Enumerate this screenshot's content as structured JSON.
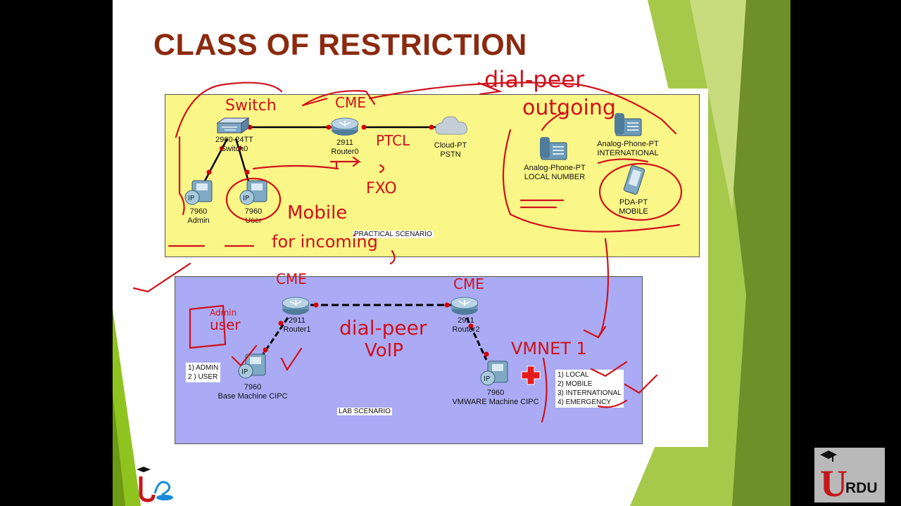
{
  "slide": {
    "title": "CLASS OF RESTRICTION",
    "colors": {
      "title": "#8b2a0e",
      "practical_bg": "#fbf688",
      "lab_bg": "#aaabf4",
      "ink": "#d0101a",
      "accent_green": "#8fc31f"
    }
  },
  "practical": {
    "scenario_label": "PRACTICAL SCENARIO",
    "switch": {
      "line1": "2960-24TT",
      "line2": "Switch0"
    },
    "router": {
      "line1": "2911",
      "line2": "Router0"
    },
    "cloud": {
      "line1": "Cloud-PT",
      "line2": "PSTN"
    },
    "phone_admin": {
      "line1": "7960",
      "line2": "Admin"
    },
    "phone_user": {
      "line1": "7960",
      "line2": "User"
    },
    "analog_local": {
      "line1": "Analog-Phone-PT",
      "line2": "LOCAL NUMBER"
    },
    "analog_intl": {
      "line1": "Analog-Phone-PT",
      "line2": "INTERNATIONAL"
    },
    "pda": {
      "line1": "PDA-PT",
      "line2": "MOBILE"
    }
  },
  "lab": {
    "scenario_label": "LAB SCENARIO",
    "router1": {
      "line1": "2911",
      "line2": "Router1"
    },
    "router2": {
      "line1": "2911",
      "line2": "Router2"
    },
    "base_phone": {
      "line1": "7960",
      "line2": "Base Machine CIPC"
    },
    "vmware_phone": {
      "line1": "7960",
      "line2": "VMWARE Machine CIPC"
    },
    "left_list": [
      "1) ADMIN",
      "2 ) USER"
    ],
    "right_list": [
      "1) LOCAL",
      "2) MOBILE",
      "3) INTERNATIONAL",
      "4) EMERGENCY"
    ]
  },
  "annotations": {
    "switch": "Switch",
    "cme_top": "CME",
    "dial_peer_top": "dial-peer",
    "outgoing": "outgoing",
    "ptcl": "PTCL",
    "fxo": "FXO",
    "mobile": "Mobile",
    "for_incoming": "for incoming",
    "cme_lab_left": "CME",
    "cme_lab_right": "CME",
    "admin_small": "Admin",
    "user_small": "user",
    "dial_peer_lab": "dial-peer",
    "voip": "VoIP",
    "vmnet": "VMNET 1"
  },
  "logos": {
    "right_letters": "U",
    "right_text": "RDU"
  }
}
